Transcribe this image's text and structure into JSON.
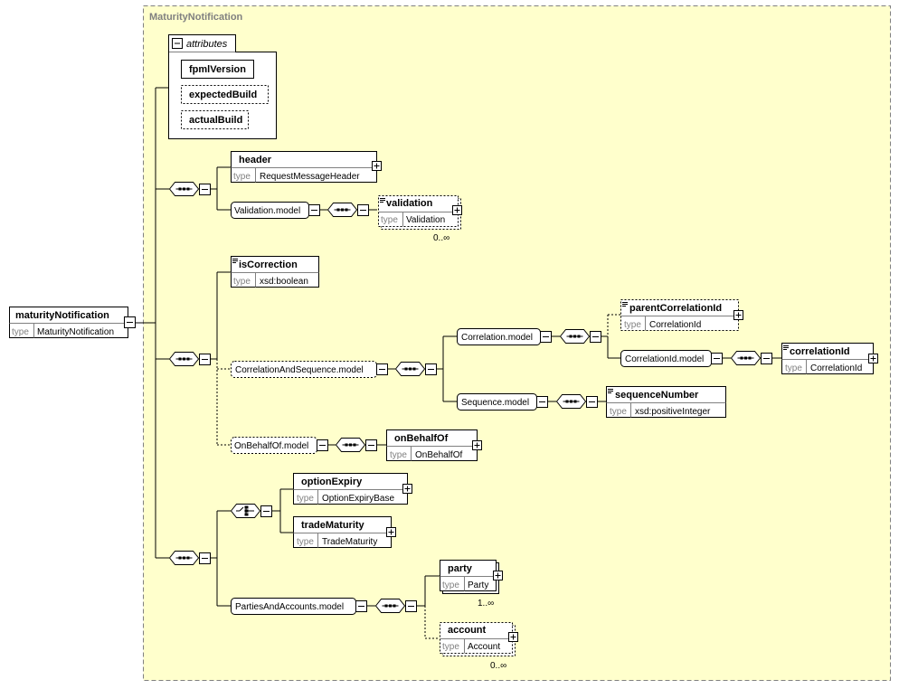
{
  "container": {
    "title": "MaturityNotification"
  },
  "root": {
    "name": "maturityNotification",
    "type_key": "type",
    "type": "MaturityNotification"
  },
  "attributes": {
    "group_label": "attributes",
    "items": [
      "fpmlVersion",
      "expectedBuild",
      "actualBuild"
    ]
  },
  "elements": {
    "header": {
      "name": "header",
      "type_key": "type",
      "type": "RequestMessageHeader"
    },
    "validation_model": {
      "name": "Validation.model"
    },
    "validation": {
      "name": "validation",
      "type_key": "type",
      "type": "Validation",
      "occurs": "0..∞"
    },
    "isCorrection": {
      "name": "isCorrection",
      "type_key": "type",
      "type": "xsd:boolean"
    },
    "correlation_and_sequence_model": {
      "name": "CorrelationAndSequence.model"
    },
    "correlation_model": {
      "name": "Correlation.model"
    },
    "parentCorrelationId": {
      "name": "parentCorrelationId",
      "type_key": "type",
      "type": "CorrelationId"
    },
    "correlationId_model": {
      "name": "CorrelationId.model"
    },
    "correlationId": {
      "name": "correlationId",
      "type_key": "type",
      "type": "CorrelationId"
    },
    "sequence_model": {
      "name": "Sequence.model"
    },
    "sequenceNumber": {
      "name": "sequenceNumber",
      "type_key": "type",
      "type": "xsd:positiveInteger"
    },
    "onBehalfOf_model": {
      "name": "OnBehalfOf.model"
    },
    "onBehalfOf": {
      "name": "onBehalfOf",
      "type_key": "type",
      "type": "OnBehalfOf"
    },
    "optionExpiry": {
      "name": "optionExpiry",
      "type_key": "type",
      "type": "OptionExpiryBase"
    },
    "tradeMaturity": {
      "name": "tradeMaturity",
      "type_key": "type",
      "type": "TradeMaturity"
    },
    "parties_and_accounts_model": {
      "name": "PartiesAndAccounts.model"
    },
    "party": {
      "name": "party",
      "type_key": "type",
      "type": "Party",
      "occurs": "1..∞"
    },
    "account": {
      "name": "account",
      "type_key": "type",
      "type": "Account",
      "occurs": "0..∞"
    }
  },
  "colors": {
    "container_fill": "#FFFFCC",
    "container_border": "#808080",
    "box_fill": "#FFFFFF"
  }
}
